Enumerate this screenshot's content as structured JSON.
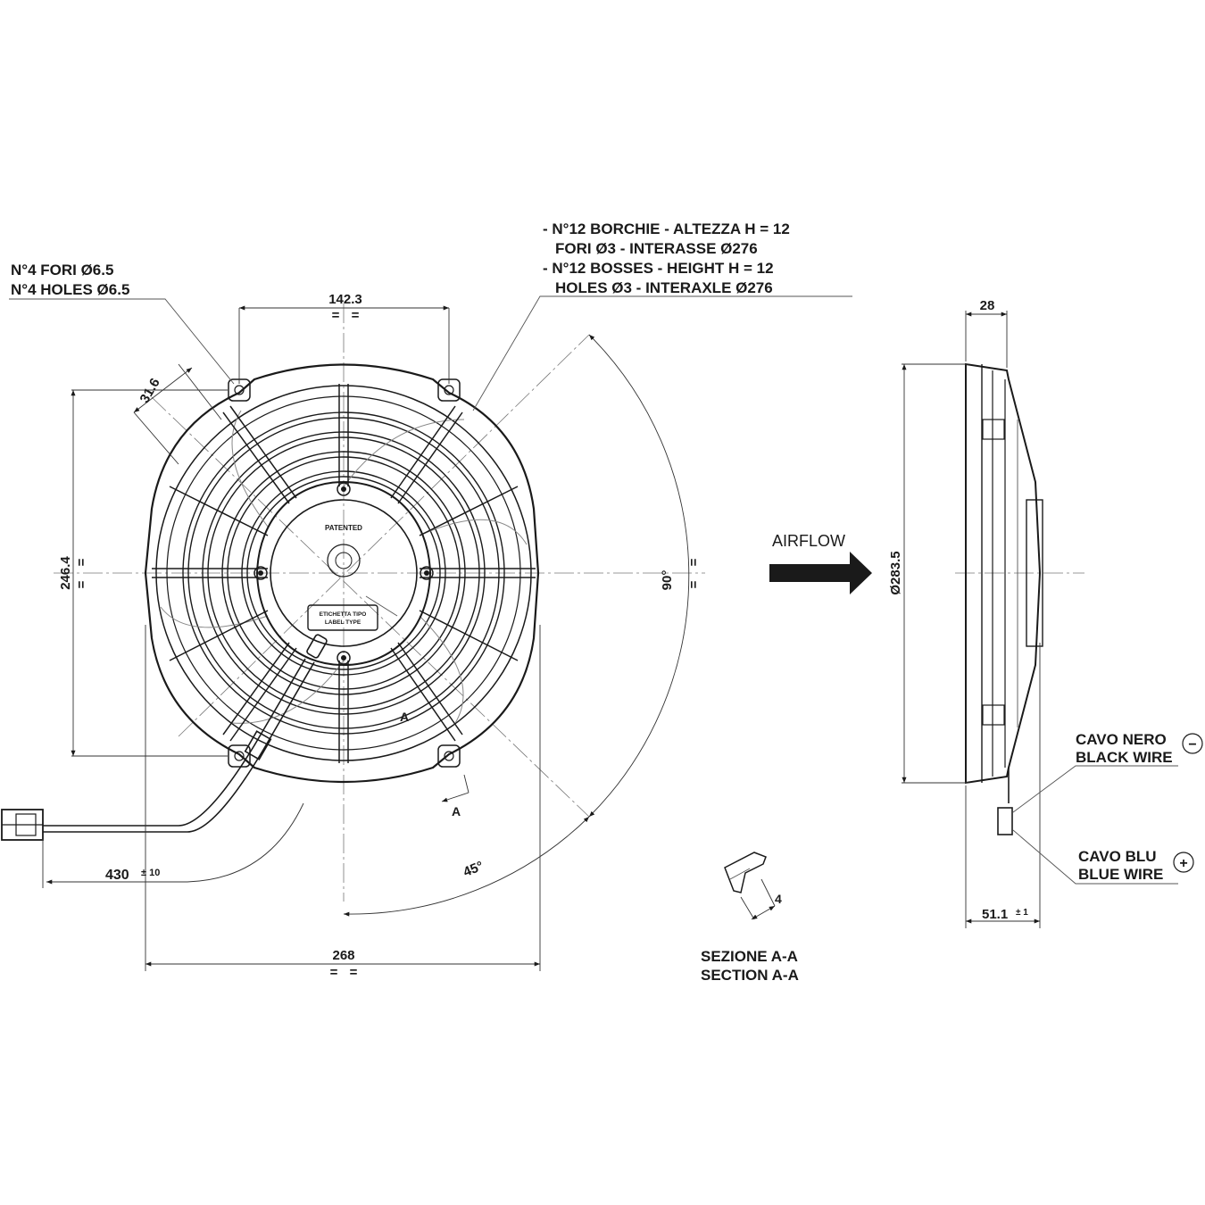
{
  "front_view": {
    "holes_it": "N°4 FORI Ø6.5",
    "holes_en": "N°4 HOLES Ø6.5",
    "bosses_it_1": "- N°12 BORCHIE - ALTEZZA H = 12",
    "bosses_it_2": "FORI Ø3 - INTERASSE Ø276",
    "bosses_en_1": "- N°12 BOSSES - HEIGHT H = 12",
    "bosses_en_2": "HOLES Ø3 - INTERAXLE Ø276",
    "dim_top": "142.3",
    "dim_slot": "31.6",
    "dim_left": "246.4",
    "dim_bottom": "268",
    "dim_cable": "430",
    "dim_cable_tol": "± 10",
    "angle_90": "90°",
    "angle_45": "45°",
    "sym_equal": "=",
    "section_mark": "A",
    "label_patented": "PATENTED",
    "label_type_it": "ETICHETTA TIPO",
    "label_type_en": "LABEL TYPE"
  },
  "airflow": {
    "label": "AIRFLOW"
  },
  "section": {
    "dim": "4",
    "title_it": "SEZIONE A-A",
    "title_en": "SECTION A-A"
  },
  "side_view": {
    "dim_depth": "28",
    "dim_diameter": "Ø283.5",
    "dim_overall": "51.1",
    "dim_overall_tol": "± 1",
    "black_wire_it": "CAVO NERO",
    "black_wire_en": "BLACK WIRE",
    "blue_wire_it": "CAVO BLU",
    "blue_wire_en": "BLUE WIRE",
    "minus_symbol": "−",
    "plus_symbol": "+"
  }
}
